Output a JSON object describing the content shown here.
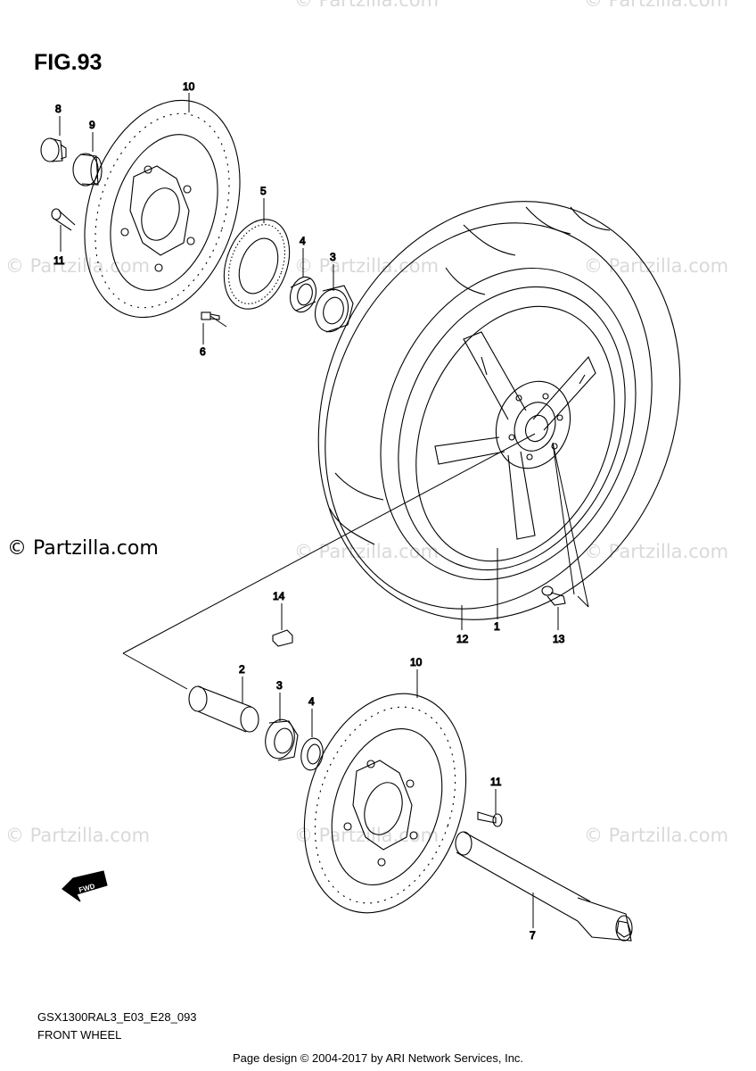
{
  "figure": {
    "title": "FIG.93",
    "model_code": "GSX1300RAL3_E03_E28_093",
    "name": "FRONT WHEEL"
  },
  "copyright_notice": "© Partzilla.com",
  "watermark_text": "© Partzilla.com",
  "footer": "Page design © 2004-2017 by ARI Network Services, Inc.",
  "fwd_label": "FWD",
  "callouts": {
    "c1": "1",
    "c2": "2",
    "c3a": "3",
    "c3b": "3",
    "c4a": "4",
    "c4b": "4",
    "c5": "5",
    "c6": "6",
    "c7": "7",
    "c8": "8",
    "c9": "9",
    "c10a": "10",
    "c10b": "10",
    "c11a": "11",
    "c11b": "11",
    "c12": "12",
    "c13": "13",
    "c14": "14"
  },
  "parts": [
    {
      "ref": "1",
      "icon": "wheel-rim-icon"
    },
    {
      "ref": "2",
      "icon": "spacer-sleeve-icon"
    },
    {
      "ref": "3",
      "icon": "bearing-icon"
    },
    {
      "ref": "4",
      "icon": "seal-icon"
    },
    {
      "ref": "5",
      "icon": "abs-sensor-ring-icon"
    },
    {
      "ref": "6",
      "icon": "screw-icon"
    },
    {
      "ref": "7",
      "icon": "axle-icon"
    },
    {
      "ref": "8",
      "icon": "cap-icon"
    },
    {
      "ref": "9",
      "icon": "collar-icon"
    },
    {
      "ref": "10",
      "icon": "brake-disc-icon"
    },
    {
      "ref": "11",
      "icon": "bolt-icon"
    },
    {
      "ref": "12",
      "icon": "tire-icon"
    },
    {
      "ref": "13",
      "icon": "valve-icon"
    },
    {
      "ref": "14",
      "icon": "balancer-weight-icon"
    }
  ]
}
